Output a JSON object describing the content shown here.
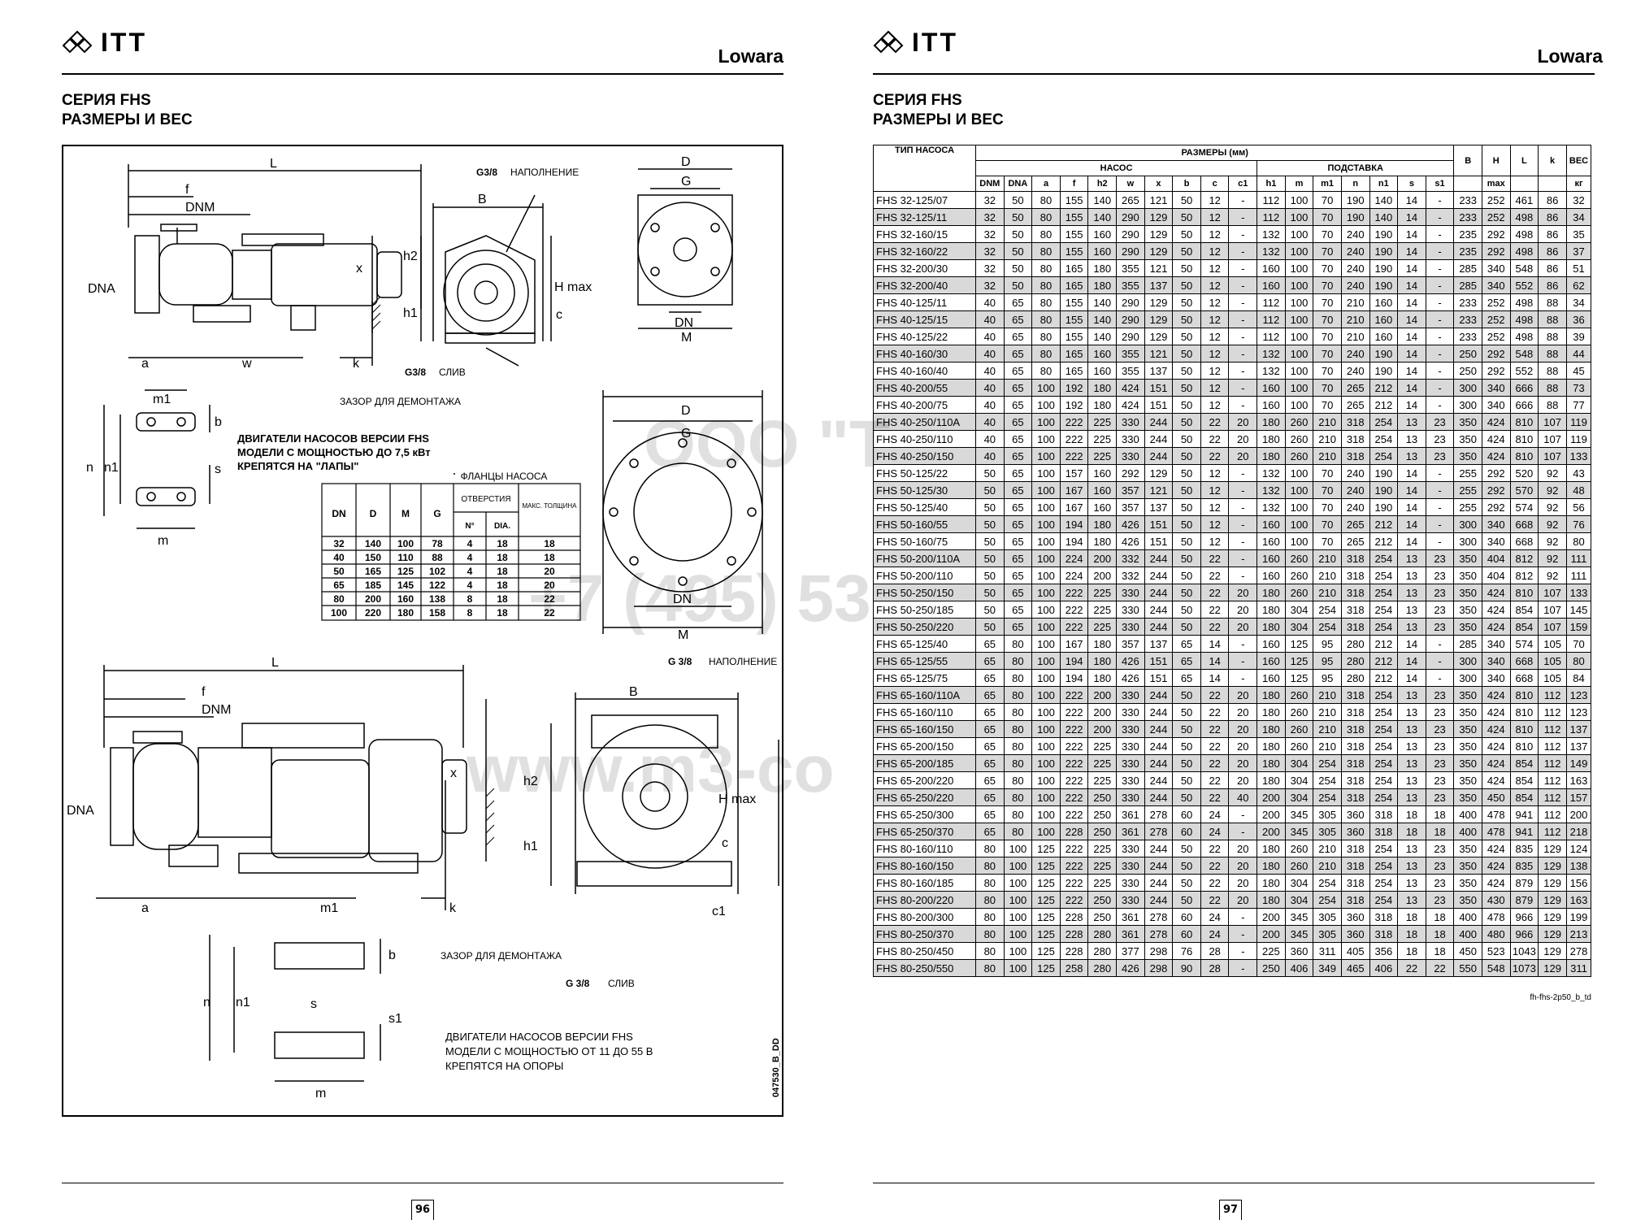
{
  "brand": "ITT",
  "brand_right": "Lowara",
  "heading_line1": "СЕРИЯ FHS",
  "heading_line2": "РАЗМЕРЫ И ВЕС",
  "page_left": "96",
  "page_right": "97",
  "diagram": {
    "labels_top": {
      "L": "L",
      "f": "f",
      "DNM": "DNM",
      "DNA": "DNA",
      "a": "a",
      "w": "w",
      "k": "k",
      "x": "x",
      "B": "B",
      "h2": "h2",
      "h1": "h1",
      "Hmax": "H max",
      "c": "c",
      "D": "D",
      "G": "G",
      "DN": "DN",
      "M": "M",
      "m1": "m1",
      "b": "b",
      "n": "n",
      "n1": "n1",
      "s": "s",
      "m": "m"
    },
    "fill_label": "G3/8",
    "fill_text": "НАПОЛНЕНИЕ",
    "drain_label": "G3/8",
    "drain_text": "СЛИВ",
    "clearance_text": "ЗАЗОР ДЛЯ ДЕМОНТАЖА",
    "motor_note_1": [
      "ДВИГАТЕЛИ НАСОСОВ ВЕРСИИ FHS",
      "МОДЕЛИ С МОЩНОСТЬЮ ДО 7,5 кВт",
      "КРЕПЯТСЯ НА \"ЛАПЫ\""
    ],
    "fill_label_2": "G 3/8",
    "drain_label_2": "G 3/8",
    "c1": "c1",
    "s1": "s1",
    "motor_note_2": [
      "ДВИГАТЕЛИ НАСОСОВ ВЕРСИИ FHS",
      "МОДЕЛИ С МОЩНОСТЬЮ ОТ 11 ДО 55   В",
      "КРЕПЯТСЯ НА ОПОРЫ"
    ],
    "drawing_code": "047530_B_DD"
  },
  "flanges": {
    "title": "ФЛАНЦЫ НАСОСА",
    "headers": [
      "DN",
      "D",
      "M",
      "G",
      "ОТВЕРСТИЯ",
      "МАКС. ТОЛЩИНА"
    ],
    "subheaders": [
      "N°",
      "DIA."
    ],
    "rows": [
      [
        "32",
        "140",
        "100",
        "78",
        "4",
        "18",
        "18"
      ],
      [
        "40",
        "150",
        "110",
        "88",
        "4",
        "18",
        "18"
      ],
      [
        "50",
        "165",
        "125",
        "102",
        "4",
        "18",
        "20"
      ],
      [
        "65",
        "185",
        "145",
        "122",
        "4",
        "18",
        "20"
      ],
      [
        "80",
        "200",
        "160",
        "138",
        "8",
        "18",
        "22"
      ],
      [
        "100",
        "220",
        "180",
        "158",
        "8",
        "18",
        "22"
      ]
    ]
  },
  "table": {
    "h_type": "ТИП НАСОСА",
    "h_dims": "РАЗМЕРЫ (мм)",
    "h_pump": "НАСОС",
    "h_base": "ПОДСТАВКА",
    "h_weight": "ВЕС",
    "h_weight_unit": "кг",
    "h_hmax": "max",
    "columns": [
      "DNM",
      "DNA",
      "a",
      "f",
      "h2",
      "w",
      "x",
      "b",
      "c",
      "c1",
      "h1",
      "m",
      "m1",
      "n",
      "n1",
      "s",
      "s1",
      "B",
      "H",
      "L",
      "k"
    ],
    "rows": [
      [
        "FHS 32-125/07",
        "32",
        "50",
        "80",
        "155",
        "140",
        "265",
        "121",
        "50",
        "12",
        "-",
        "112",
        "100",
        "70",
        "190",
        "140",
        "14",
        "-",
        "233",
        "252",
        "461",
        "86",
        "32"
      ],
      [
        "FHS 32-125/11",
        "32",
        "50",
        "80",
        "155",
        "140",
        "290",
        "129",
        "50",
        "12",
        "-",
        "112",
        "100",
        "70",
        "190",
        "140",
        "14",
        "-",
        "233",
        "252",
        "498",
        "86",
        "34"
      ],
      [
        "FHS 32-160/15",
        "32",
        "50",
        "80",
        "155",
        "160",
        "290",
        "129",
        "50",
        "12",
        "-",
        "132",
        "100",
        "70",
        "240",
        "190",
        "14",
        "-",
        "235",
        "292",
        "498",
        "86",
        "35"
      ],
      [
        "FHS 32-160/22",
        "32",
        "50",
        "80",
        "155",
        "160",
        "290",
        "129",
        "50",
        "12",
        "-",
        "132",
        "100",
        "70",
        "240",
        "190",
        "14",
        "-",
        "235",
        "292",
        "498",
        "86",
        "37"
      ],
      [
        "FHS 32-200/30",
        "32",
        "50",
        "80",
        "165",
        "180",
        "355",
        "121",
        "50",
        "12",
        "-",
        "160",
        "100",
        "70",
        "240",
        "190",
        "14",
        "-",
        "285",
        "340",
        "548",
        "86",
        "51"
      ],
      [
        "FHS 32-200/40",
        "32",
        "50",
        "80",
        "165",
        "180",
        "355",
        "137",
        "50",
        "12",
        "-",
        "160",
        "100",
        "70",
        "240",
        "190",
        "14",
        "-",
        "285",
        "340",
        "552",
        "86",
        "62"
      ],
      [
        "FHS 40-125/11",
        "40",
        "65",
        "80",
        "155",
        "140",
        "290",
        "129",
        "50",
        "12",
        "-",
        "112",
        "100",
        "70",
        "210",
        "160",
        "14",
        "-",
        "233",
        "252",
        "498",
        "88",
        "34"
      ],
      [
        "FHS 40-125/15",
        "40",
        "65",
        "80",
        "155",
        "140",
        "290",
        "129",
        "50",
        "12",
        "-",
        "112",
        "100",
        "70",
        "210",
        "160",
        "14",
        "-",
        "233",
        "252",
        "498",
        "88",
        "36"
      ],
      [
        "FHS 40-125/22",
        "40",
        "65",
        "80",
        "155",
        "140",
        "290",
        "129",
        "50",
        "12",
        "-",
        "112",
        "100",
        "70",
        "210",
        "160",
        "14",
        "-",
        "233",
        "252",
        "498",
        "88",
        "39"
      ],
      [
        "FHS 40-160/30",
        "40",
        "65",
        "80",
        "165",
        "160",
        "355",
        "121",
        "50",
        "12",
        "-",
        "132",
        "100",
        "70",
        "240",
        "190",
        "14",
        "-",
        "250",
        "292",
        "548",
        "88",
        "44"
      ],
      [
        "FHS 40-160/40",
        "40",
        "65",
        "80",
        "165",
        "160",
        "355",
        "137",
        "50",
        "12",
        "-",
        "132",
        "100",
        "70",
        "240",
        "190",
        "14",
        "-",
        "250",
        "292",
        "552",
        "88",
        "45"
      ],
      [
        "FHS 40-200/55",
        "40",
        "65",
        "100",
        "192",
        "180",
        "424",
        "151",
        "50",
        "12",
        "-",
        "160",
        "100",
        "70",
        "265",
        "212",
        "14",
        "-",
        "300",
        "340",
        "666",
        "88",
        "73"
      ],
      [
        "FHS 40-200/75",
        "40",
        "65",
        "100",
        "192",
        "180",
        "424",
        "151",
        "50",
        "12",
        "-",
        "160",
        "100",
        "70",
        "265",
        "212",
        "14",
        "-",
        "300",
        "340",
        "666",
        "88",
        "77"
      ],
      [
        "FHS 40-250/110A",
        "40",
        "65",
        "100",
        "222",
        "225",
        "330",
        "244",
        "50",
        "22",
        "20",
        "180",
        "260",
        "210",
        "318",
        "254",
        "13",
        "23",
        "350",
        "424",
        "810",
        "107",
        "119"
      ],
      [
        "FHS 40-250/110",
        "40",
        "65",
        "100",
        "222",
        "225",
        "330",
        "244",
        "50",
        "22",
        "20",
        "180",
        "260",
        "210",
        "318",
        "254",
        "13",
        "23",
        "350",
        "424",
        "810",
        "107",
        "119"
      ],
      [
        "FHS 40-250/150",
        "40",
        "65",
        "100",
        "222",
        "225",
        "330",
        "244",
        "50",
        "22",
        "20",
        "180",
        "260",
        "210",
        "318",
        "254",
        "13",
        "23",
        "350",
        "424",
        "810",
        "107",
        "133"
      ],
      [
        "FHS 50-125/22",
        "50",
        "65",
        "100",
        "157",
        "160",
        "292",
        "129",
        "50",
        "12",
        "-",
        "132",
        "100",
        "70",
        "240",
        "190",
        "14",
        "-",
        "255",
        "292",
        "520",
        "92",
        "43"
      ],
      [
        "FHS 50-125/30",
        "50",
        "65",
        "100",
        "167",
        "160",
        "357",
        "121",
        "50",
        "12",
        "-",
        "132",
        "100",
        "70",
        "240",
        "190",
        "14",
        "-",
        "255",
        "292",
        "570",
        "92",
        "48"
      ],
      [
        "FHS 50-125/40",
        "50",
        "65",
        "100",
        "167",
        "160",
        "357",
        "137",
        "50",
        "12",
        "-",
        "132",
        "100",
        "70",
        "240",
        "190",
        "14",
        "-",
        "255",
        "292",
        "574",
        "92",
        "56"
      ],
      [
        "FHS 50-160/55",
        "50",
        "65",
        "100",
        "194",
        "180",
        "426",
        "151",
        "50",
        "12",
        "-",
        "160",
        "100",
        "70",
        "265",
        "212",
        "14",
        "-",
        "300",
        "340",
        "668",
        "92",
        "76"
      ],
      [
        "FHS 50-160/75",
        "50",
        "65",
        "100",
        "194",
        "180",
        "426",
        "151",
        "50",
        "12",
        "-",
        "160",
        "100",
        "70",
        "265",
        "212",
        "14",
        "-",
        "300",
        "340",
        "668",
        "92",
        "80"
      ],
      [
        "FHS 50-200/110A",
        "50",
        "65",
        "100",
        "224",
        "200",
        "332",
        "244",
        "50",
        "22",
        "-",
        "160",
        "260",
        "210",
        "318",
        "254",
        "13",
        "23",
        "350",
        "404",
        "812",
        "92",
        "111"
      ],
      [
        "FHS 50-200/110",
        "50",
        "65",
        "100",
        "224",
        "200",
        "332",
        "244",
        "50",
        "22",
        "-",
        "160",
        "260",
        "210",
        "318",
        "254",
        "13",
        "23",
        "350",
        "404",
        "812",
        "92",
        "111"
      ],
      [
        "FHS 50-250/150",
        "50",
        "65",
        "100",
        "222",
        "225",
        "330",
        "244",
        "50",
        "22",
        "20",
        "180",
        "260",
        "210",
        "318",
        "254",
        "13",
        "23",
        "350",
        "424",
        "810",
        "107",
        "133"
      ],
      [
        "FHS 50-250/185",
        "50",
        "65",
        "100",
        "222",
        "225",
        "330",
        "244",
        "50",
        "22",
        "20",
        "180",
        "304",
        "254",
        "318",
        "254",
        "13",
        "23",
        "350",
        "424",
        "854",
        "107",
        "145"
      ],
      [
        "FHS 50-250/220",
        "50",
        "65",
        "100",
        "222",
        "225",
        "330",
        "244",
        "50",
        "22",
        "20",
        "180",
        "304",
        "254",
        "318",
        "254",
        "13",
        "23",
        "350",
        "424",
        "854",
        "107",
        "159"
      ],
      [
        "FHS 65-125/40",
        "65",
        "80",
        "100",
        "167",
        "180",
        "357",
        "137",
        "65",
        "14",
        "-",
        "160",
        "125",
        "95",
        "280",
        "212",
        "14",
        "-",
        "285",
        "340",
        "574",
        "105",
        "70"
      ],
      [
        "FHS 65-125/55",
        "65",
        "80",
        "100",
        "194",
        "180",
        "426",
        "151",
        "65",
        "14",
        "-",
        "160",
        "125",
        "95",
        "280",
        "212",
        "14",
        "-",
        "300",
        "340",
        "668",
        "105",
        "80"
      ],
      [
        "FHS 65-125/75",
        "65",
        "80",
        "100",
        "194",
        "180",
        "426",
        "151",
        "65",
        "14",
        "-",
        "160",
        "125",
        "95",
        "280",
        "212",
        "14",
        "-",
        "300",
        "340",
        "668",
        "105",
        "84"
      ],
      [
        "FHS 65-160/110A",
        "65",
        "80",
        "100",
        "222",
        "200",
        "330",
        "244",
        "50",
        "22",
        "20",
        "180",
        "260",
        "210",
        "318",
        "254",
        "13",
        "23",
        "350",
        "424",
        "810",
        "112",
        "123"
      ],
      [
        "FHS 65-160/110",
        "65",
        "80",
        "100",
        "222",
        "200",
        "330",
        "244",
        "50",
        "22",
        "20",
        "180",
        "260",
        "210",
        "318",
        "254",
        "13",
        "23",
        "350",
        "424",
        "810",
        "112",
        "123"
      ],
      [
        "FHS 65-160/150",
        "65",
        "80",
        "100",
        "222",
        "200",
        "330",
        "244",
        "50",
        "22",
        "20",
        "180",
        "260",
        "210",
        "318",
        "254",
        "13",
        "23",
        "350",
        "424",
        "810",
        "112",
        "137"
      ],
      [
        "FHS 65-200/150",
        "65",
        "80",
        "100",
        "222",
        "225",
        "330",
        "244",
        "50",
        "22",
        "20",
        "180",
        "260",
        "210",
        "318",
        "254",
        "13",
        "23",
        "350",
        "424",
        "810",
        "112",
        "137"
      ],
      [
        "FHS 65-200/185",
        "65",
        "80",
        "100",
        "222",
        "225",
        "330",
        "244",
        "50",
        "22",
        "20",
        "180",
        "304",
        "254",
        "318",
        "254",
        "13",
        "23",
        "350",
        "424",
        "854",
        "112",
        "149"
      ],
      [
        "FHS 65-200/220",
        "65",
        "80",
        "100",
        "222",
        "225",
        "330",
        "244",
        "50",
        "22",
        "20",
        "180",
        "304",
        "254",
        "318",
        "254",
        "13",
        "23",
        "350",
        "424",
        "854",
        "112",
        "163"
      ],
      [
        "FHS 65-250/220",
        "65",
        "80",
        "100",
        "222",
        "250",
        "330",
        "244",
        "50",
        "22",
        "40",
        "200",
        "304",
        "254",
        "318",
        "254",
        "13",
        "23",
        "350",
        "450",
        "854",
        "112",
        "157"
      ],
      [
        "FHS 65-250/300",
        "65",
        "80",
        "100",
        "222",
        "250",
        "361",
        "278",
        "60",
        "24",
        "-",
        "200",
        "345",
        "305",
        "360",
        "318",
        "18",
        "18",
        "400",
        "478",
        "941",
        "112",
        "200"
      ],
      [
        "FHS 65-250/370",
        "65",
        "80",
        "100",
        "228",
        "250",
        "361",
        "278",
        "60",
        "24",
        "-",
        "200",
        "345",
        "305",
        "360",
        "318",
        "18",
        "18",
        "400",
        "478",
        "941",
        "112",
        "218"
      ],
      [
        "FHS 80-160/110",
        "80",
        "100",
        "125",
        "222",
        "225",
        "330",
        "244",
        "50",
        "22",
        "20",
        "180",
        "260",
        "210",
        "318",
        "254",
        "13",
        "23",
        "350",
        "424",
        "835",
        "129",
        "124"
      ],
      [
        "FHS 80-160/150",
        "80",
        "100",
        "125",
        "222",
        "225",
        "330",
        "244",
        "50",
        "22",
        "20",
        "180",
        "260",
        "210",
        "318",
        "254",
        "13",
        "23",
        "350",
        "424",
        "835",
        "129",
        "138"
      ],
      [
        "FHS 80-160/185",
        "80",
        "100",
        "125",
        "222",
        "225",
        "330",
        "244",
        "50",
        "22",
        "20",
        "180",
        "304",
        "254",
        "318",
        "254",
        "13",
        "23",
        "350",
        "424",
        "879",
        "129",
        "156"
      ],
      [
        "FHS 80-200/220",
        "80",
        "100",
        "125",
        "222",
        "250",
        "330",
        "244",
        "50",
        "22",
        "20",
        "180",
        "304",
        "254",
        "318",
        "254",
        "13",
        "23",
        "350",
        "430",
        "879",
        "129",
        "163"
      ],
      [
        "FHS 80-200/300",
        "80",
        "100",
        "125",
        "228",
        "250",
        "361",
        "278",
        "60",
        "24",
        "-",
        "200",
        "345",
        "305",
        "360",
        "318",
        "18",
        "18",
        "400",
        "478",
        "966",
        "129",
        "199"
      ],
      [
        "FHS 80-250/370",
        "80",
        "100",
        "125",
        "228",
        "280",
        "361",
        "278",
        "60",
        "24",
        "-",
        "200",
        "345",
        "305",
        "360",
        "318",
        "18",
        "18",
        "400",
        "480",
        "966",
        "129",
        "213"
      ],
      [
        "FHS 80-250/450",
        "80",
        "100",
        "125",
        "228",
        "280",
        "377",
        "298",
        "76",
        "28",
        "-",
        "225",
        "360",
        "311",
        "405",
        "356",
        "18",
        "18",
        "450",
        "523",
        "1043",
        "129",
        "278"
      ],
      [
        "FHS 80-250/550",
        "80",
        "100",
        "125",
        "258",
        "280",
        "426",
        "298",
        "90",
        "28",
        "-",
        "250",
        "406",
        "349",
        "465",
        "406",
        "22",
        "22",
        "550",
        "548",
        "1073",
        "129",
        "311"
      ]
    ],
    "note": "fh-fhs-2p50_b_td"
  },
  "watermark": {
    "line1": "ООО \"Т",
    "line2": "+7 (495) 53",
    "line3": "www.m3-co"
  }
}
